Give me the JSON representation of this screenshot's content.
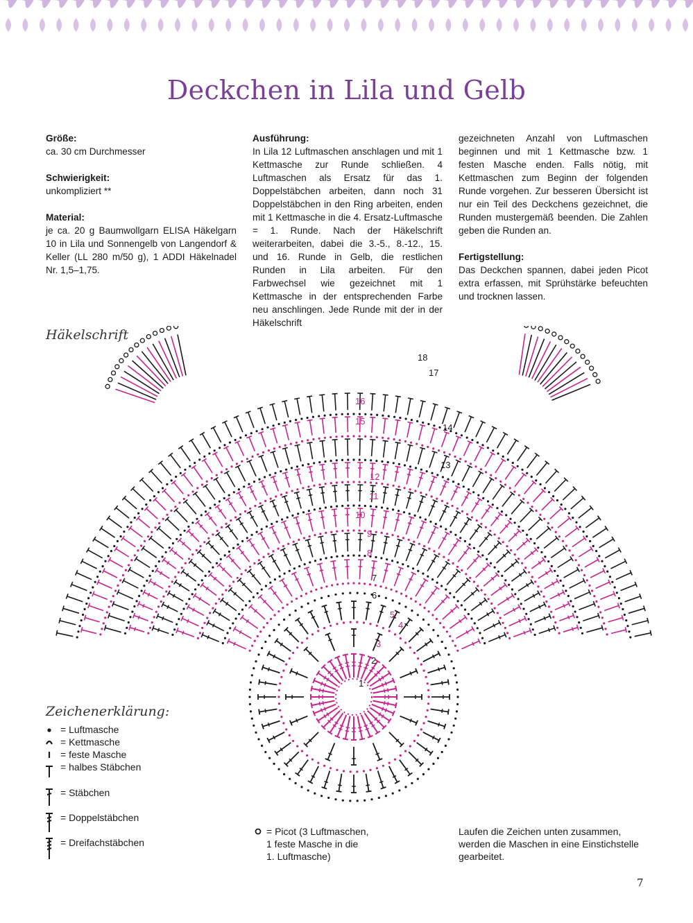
{
  "page": {
    "title": "Deckchen in Lila und Gelb",
    "page_number": "7"
  },
  "columns": {
    "size_heading": "Größe:",
    "size_text": "ca. 30 cm Durchmesser",
    "difficulty_heading": "Schwierigkeit:",
    "difficulty_text": "unkompliziert **",
    "material_heading": "Material:",
    "material_text": "je ca. 20 g Baumwollgarn ELISA Häkelgarn 10 in Lila und Sonnengelb von Langendorf & Keller (LL 280 m/50 g), 1 ADDI Häkelnadel Nr. 1,5–1,75.",
    "execution_heading": "Ausführung:",
    "execution_text": "In Lila 12 Luftmaschen anschlagen und mit 1 Kettmasche zur Runde schließen. 4 Luftmaschen als Ersatz für das 1. Doppelstäbchen arbeiten, dann noch 31 Doppelstäbchen in den Ring arbeiten, enden mit 1 Kettmasche in die 4. Ersatz-Luftmasche = 1. Runde. Nach der Häkelschrift weiterarbeiten, dabei die 3.-5., 8.-12., 15. und 16. Runde in Gelb, die restlichen Runden in Lila arbeiten. Für den Farbwechsel wie gezeichnet mit 1 Kettmasche in der entsprechenden Farbe neu anschlingen. Jede Runde mit der in der Häkelschrift gezeichneten Anzahl von Luftmaschen beginnen und mit 1 Kettmasche bzw. 1 festen Masche enden. Falls nötig, mit Kettmaschen zum Beginn der folgenden Runde vorgehen. Zur besseren Übersicht ist nur ein Teil des Deckchens gezeichnet, die Runden mustergemäß beenden. Die Zahlen geben die Runden an.",
    "finishing_heading": "Fertigstellung:",
    "finishing_text": "Das Deckchen spannen, dabei jeden Picot extra erfassen, mit Sprühstärke befeuchten und trocknen lassen."
  },
  "chart_label": "Häkelschrift",
  "legend": {
    "title": "Zeichenerklärung:",
    "items": [
      {
        "icon": "chain-dot-icon",
        "label": "= Luftmasche"
      },
      {
        "icon": "slip-stitch-arc-icon",
        "label": "= Kettmasche"
      },
      {
        "icon": "single-crochet-dash-icon",
        "label": "= feste Masche"
      },
      {
        "icon": "half-double-crochet-icon",
        "label": "= halbes Stäbchen"
      },
      {
        "icon": "double-crochet-icon",
        "label": "= Stäbchen"
      },
      {
        "icon": "treble-crochet-icon",
        "label": "= Doppelstäbchen"
      },
      {
        "icon": "double-treble-crochet-icon",
        "label": "= Dreifachstäbchen"
      }
    ],
    "picot": "= Picot (3 Luftmaschen,\n1 feste Masche in die\n1. Luftmasche)",
    "note": "Laufen die Zeichen unten zusammen,\nwerden die Maschen in eine Einstichstelle\ngearbeitet."
  },
  "diagram": {
    "round_numbers": [
      "1",
      "2",
      "3",
      "4",
      "5",
      "6",
      "7",
      "8",
      "9",
      "10",
      "11",
      "12",
      "13",
      "14",
      "15",
      "16",
      "17",
      "18"
    ],
    "colors": {
      "lilac": "#c8a8dc",
      "title": "#7b3f98",
      "magenta": "#c8228c",
      "black": "#1a1a1a"
    }
  }
}
